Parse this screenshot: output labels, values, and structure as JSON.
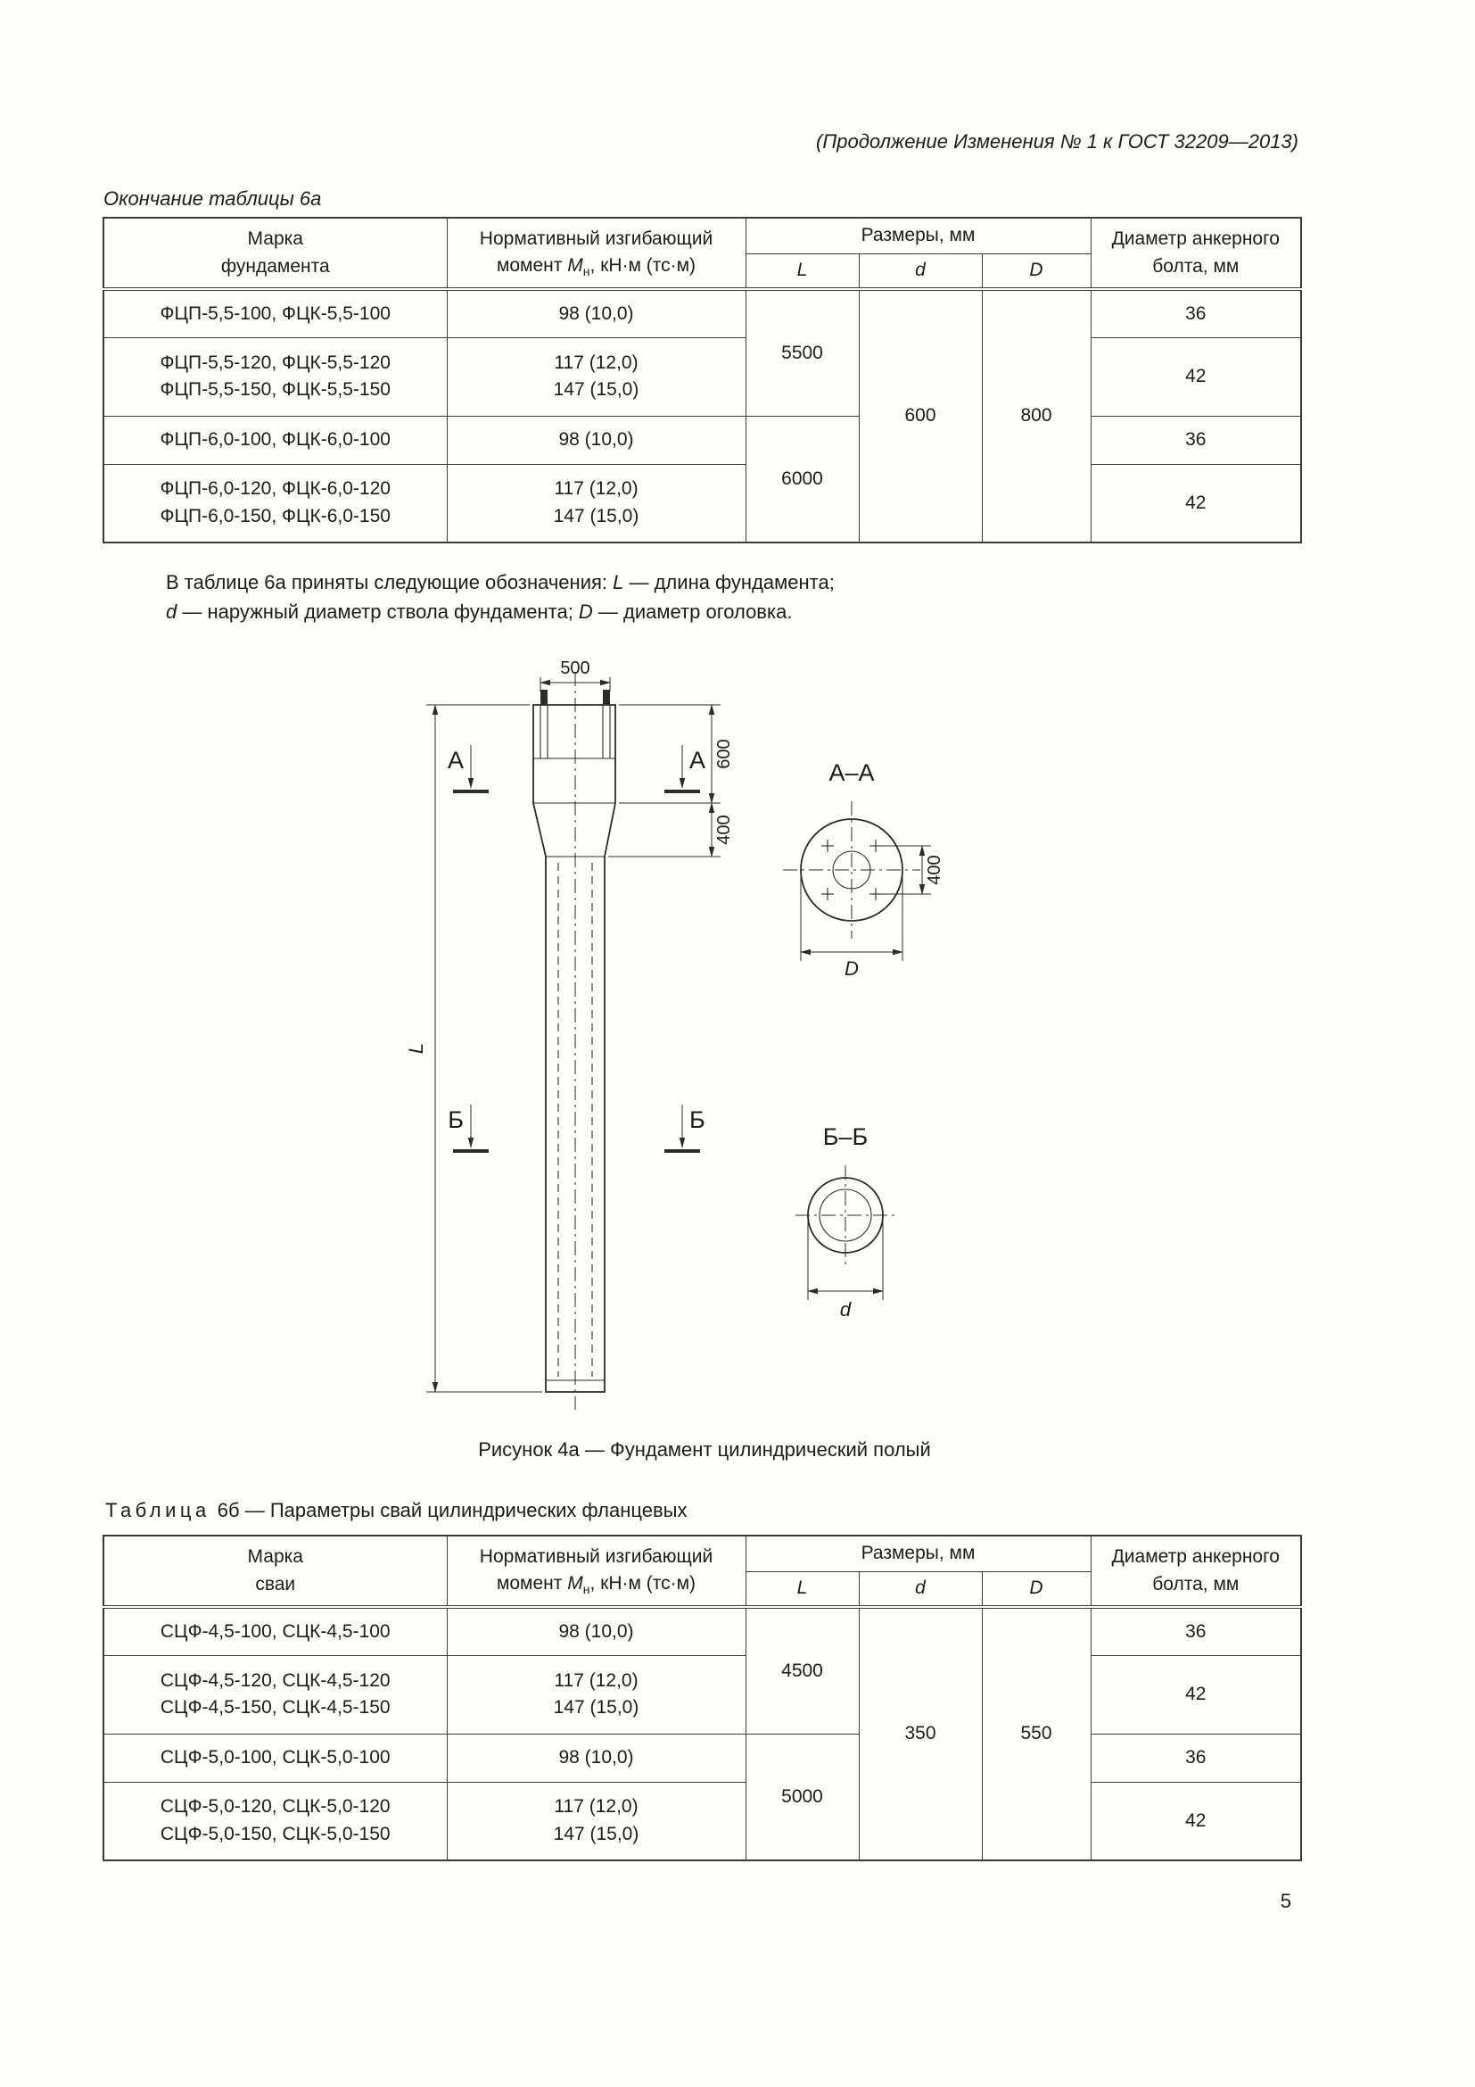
{
  "page": {
    "header_note": "(Продолжение Изменения № 1 к ГОСТ 32209—2013)",
    "page_number": "5"
  },
  "table6a": {
    "caption": "Окончание таблицы 6а",
    "head": {
      "mark": "Марка\nфундамента",
      "moment_line1": "Нормативный изгибающий",
      "moment_prefix": "момент ",
      "moment_symbol": "М",
      "moment_sub": "н",
      "moment_suffix": ", кН·м (тс·м)",
      "sizes": "Размеры, мм",
      "L": "L",
      "d": "d",
      "D": "D",
      "bolt": "Диаметр анкерного\nболта, мм"
    },
    "rows": {
      "r1_mark": "ФЦП-5,5-100, ФЦК-5,5-100",
      "r1_moment": "98 (10,0)",
      "r1_bolt": "36",
      "r2_mark": "ФЦП-5,5-120, ФЦК-5,5-120\nФЦП-5,5-150, ФЦК-5,5-150",
      "r2_moment": "117 (12,0)\n147 (15,0)",
      "r2_bolt": "42",
      "r3_mark": "ФЦП-6,0-100, ФЦК-6,0-100",
      "r3_moment": "98 (10,0)",
      "r3_bolt": "36",
      "r4_mark": "ФЦП-6,0-120, ФЦК-6,0-120\nФЦП-6,0-150, ФЦК-6,0-150",
      "r4_moment": "117 (12,0)\n147 (15,0)",
      "r4_bolt": "42",
      "L_top": "5500",
      "L_bottom": "6000",
      "d": "600",
      "D": "800"
    }
  },
  "note": {
    "l1_pre": "В таблице 6а приняты следующие обозначения: ",
    "l1_sym": "L",
    "l1_post": " — длина фундамента;",
    "l2_sym": "d",
    "l2_mid": " — наружный диаметр ствола фундамента; ",
    "l2_sym2": "D",
    "l2_post": " — диаметр оголовка."
  },
  "figure": {
    "dim_500": "500",
    "dim_600": "600",
    "dim_400_elev": "400",
    "label_L": "L",
    "label_A_left": "А",
    "label_A_right": "А",
    "label_B_left": "Б",
    "label_B_right": "Б",
    "section_AA_title": "А–А",
    "dim_400_section": "400",
    "dim_D": "D",
    "section_BB_title": "Б–Б",
    "dim_d": "d",
    "caption": "Рисунок 4а — Фундамент цилиндрический полый"
  },
  "table6b": {
    "caption_word": "Таблица",
    "caption_rest": "6б — Параметры свай цилиндрических фланцевых",
    "head": {
      "mark": "Марка\nсваи",
      "moment_line1": "Нормативный изгибающий",
      "moment_prefix": "момент ",
      "moment_symbol": "М",
      "moment_sub": "н",
      "moment_suffix": ", кН·м (тс·м)",
      "sizes": "Размеры, мм",
      "L": "L",
      "d": "d",
      "D": "D",
      "bolt": "Диаметр анкерного\nболта, мм"
    },
    "rows": {
      "r1_mark": "СЦФ-4,5-100, СЦК-4,5-100",
      "r1_moment": "98 (10,0)",
      "r1_bolt": "36",
      "r2_mark": "СЦФ-4,5-120, СЦК-4,5-120\nСЦФ-4,5-150, СЦК-4,5-150",
      "r2_moment": "117 (12,0)\n147 (15,0)",
      "r2_bolt": "42",
      "r3_mark": "СЦФ-5,0-100, СЦК-5,0-100",
      "r3_moment": "98 (10,0)",
      "r3_bolt": "36",
      "r4_mark": "СЦФ-5,0-120, СЦК-5,0-120\nСЦФ-5,0-150, СЦК-5,0-150",
      "r4_moment": "117 (12,0)\n147 (15,0)",
      "r4_bolt": "42",
      "L_top": "4500",
      "L_bottom": "5000",
      "d": "350",
      "D": "550"
    }
  }
}
